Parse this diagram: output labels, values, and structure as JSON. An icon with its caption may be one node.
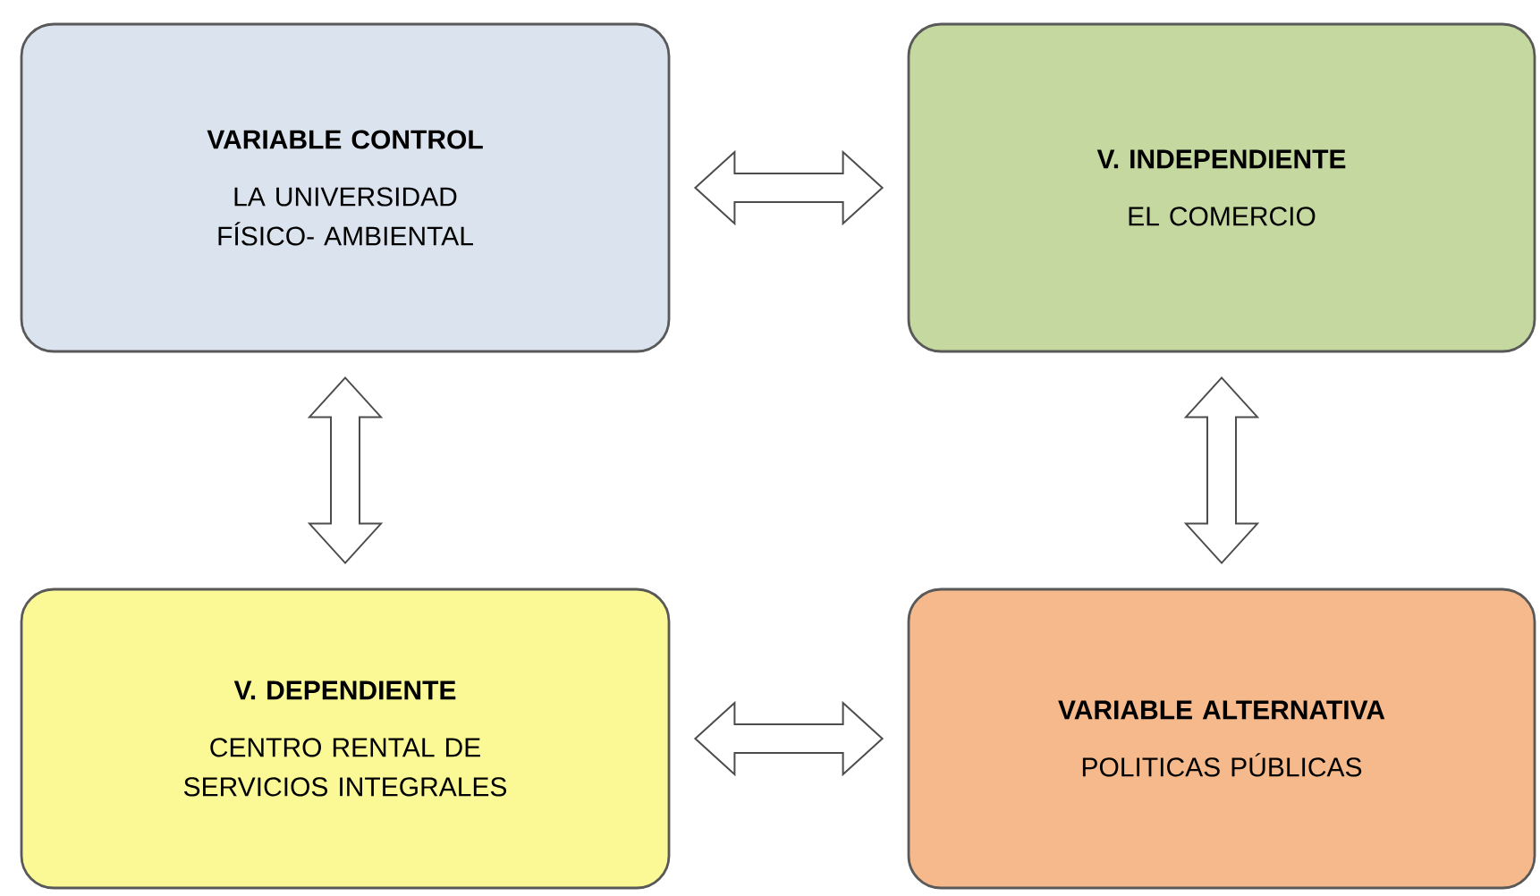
{
  "diagram": {
    "nodes": [
      {
        "text": [
          "VARIABLE CONTROL",
          "LA UNIVERSIDAD FÍSICO- AMBIENTAL"
        ]
      },
      {
        "text": [
          "V.  INDEPENDIENTE",
          "EL COMERCIO"
        ]
      },
      {
        "text": [
          "V. DEPENDIENTE",
          "CENTRO RENTAL DE SERVICIOS INTEGRALES"
        ]
      },
      {
        "text": [
          "VARIABLE ALTERNATIVA",
          "POLITICAS PÚBLICAS"
        ]
      }
    ],
    "edges": [
      {
        "from": 0,
        "to": 1,
        "arrow": "both"
      },
      {
        "from": 0,
        "to": 2,
        "arrow": "both"
      },
      {
        "from": 1,
        "to": 3,
        "arrow": "both"
      },
      {
        "from": 2,
        "to": 3,
        "arrow": "both"
      }
    ]
  }
}
